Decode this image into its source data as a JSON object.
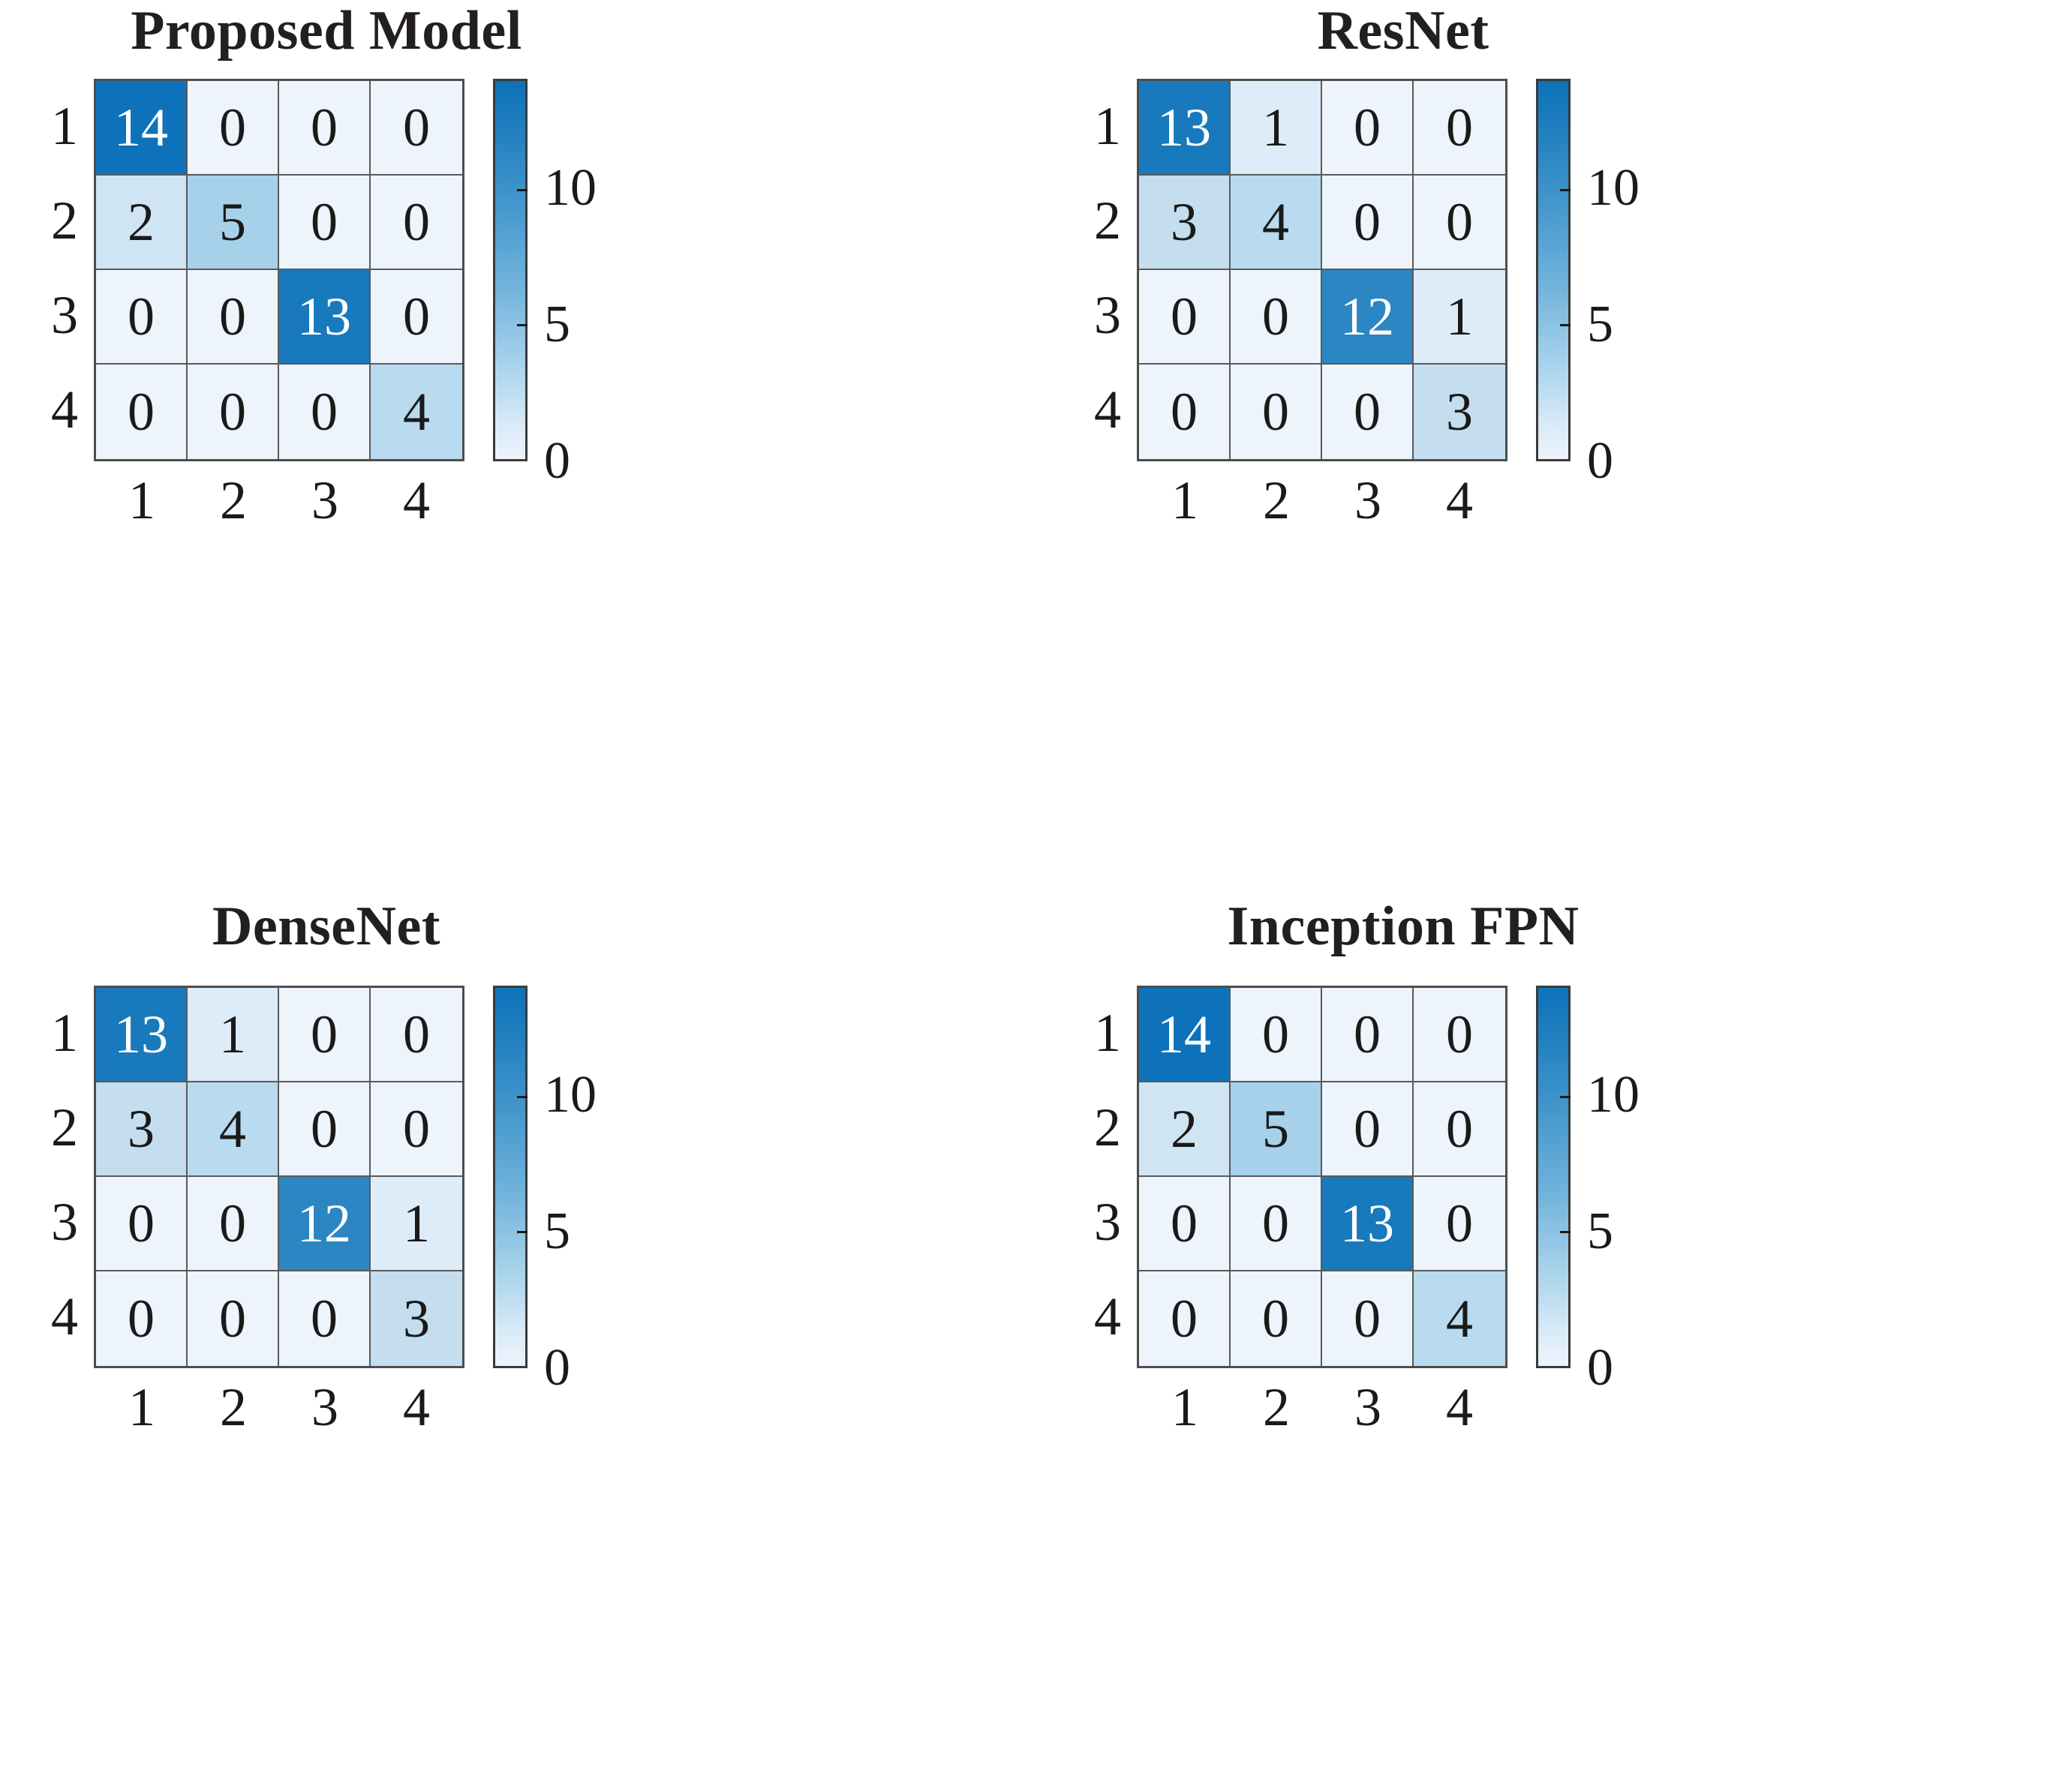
{
  "figure": {
    "layout": "2x2 grid of confusion matrices",
    "row_axis_labels": [
      "1",
      "2",
      "3",
      "4"
    ],
    "col_axis_labels": [
      "1",
      "2",
      "3",
      "4"
    ],
    "colorbar": {
      "ticks": [
        "10",
        "5",
        "0"
      ],
      "tick_values": [
        10,
        5,
        0
      ],
      "max": 14,
      "min": 0,
      "top_color": "#0d72b9",
      "bottom_color": "#edf4fb"
    }
  },
  "panels": [
    {
      "title": "Proposed Model",
      "rows": [
        [
          "14",
          "0",
          "0",
          "0"
        ],
        [
          "2",
          "5",
          "0",
          "0"
        ],
        [
          "0",
          "0",
          "13",
          "0"
        ],
        [
          "0",
          "0",
          "0",
          "4"
        ]
      ]
    },
    {
      "title": "ResNet",
      "rows": [
        [
          "13",
          "1",
          "0",
          "0"
        ],
        [
          "3",
          "4",
          "0",
          "0"
        ],
        [
          "0",
          "0",
          "12",
          "1"
        ],
        [
          "0",
          "0",
          "0",
          "3"
        ]
      ]
    },
    {
      "title": "DenseNet",
      "rows": [
        [
          "13",
          "1",
          "0",
          "0"
        ],
        [
          "3",
          "4",
          "0",
          "0"
        ],
        [
          "0",
          "0",
          "12",
          "1"
        ],
        [
          "0",
          "0",
          "0",
          "3"
        ]
      ]
    },
    {
      "title": "Inception FPN",
      "rows": [
        [
          "14",
          "0",
          "0",
          "0"
        ],
        [
          "2",
          "5",
          "0",
          "0"
        ],
        [
          "0",
          "0",
          "13",
          "0"
        ],
        [
          "0",
          "0",
          "0",
          "4"
        ]
      ]
    }
  ],
  "chart_data": {
    "type": "heatmap",
    "title": "",
    "xlabel": "",
    "ylabel": "",
    "x_tick_labels": [
      "1",
      "2",
      "3",
      "4"
    ],
    "y_tick_labels": [
      "1",
      "2",
      "3",
      "4"
    ],
    "colormap": "Blues",
    "colorbar": {
      "ticks": [
        0,
        5,
        10
      ],
      "vmin": 0,
      "vmax": 14,
      "position": "right"
    },
    "grid": true,
    "panels": [
      {
        "title": "Proposed Model",
        "matrix": [
          [
            14,
            0,
            0,
            0
          ],
          [
            2,
            5,
            0,
            0
          ],
          [
            0,
            0,
            13,
            0
          ],
          [
            0,
            0,
            0,
            4
          ]
        ]
      },
      {
        "title": "ResNet",
        "matrix": [
          [
            13,
            1,
            0,
            0
          ],
          [
            3,
            4,
            0,
            0
          ],
          [
            0,
            0,
            12,
            1
          ],
          [
            0,
            0,
            0,
            3
          ]
        ]
      },
      {
        "title": "DenseNet",
        "matrix": [
          [
            13,
            1,
            0,
            0
          ],
          [
            3,
            4,
            0,
            0
          ],
          [
            0,
            0,
            12,
            1
          ],
          [
            0,
            0,
            0,
            3
          ]
        ]
      },
      {
        "title": "Inception FPN",
        "matrix": [
          [
            14,
            0,
            0,
            0
          ],
          [
            2,
            5,
            0,
            0
          ],
          [
            0,
            0,
            13,
            0
          ],
          [
            0,
            0,
            0,
            4
          ]
        ]
      }
    ]
  }
}
